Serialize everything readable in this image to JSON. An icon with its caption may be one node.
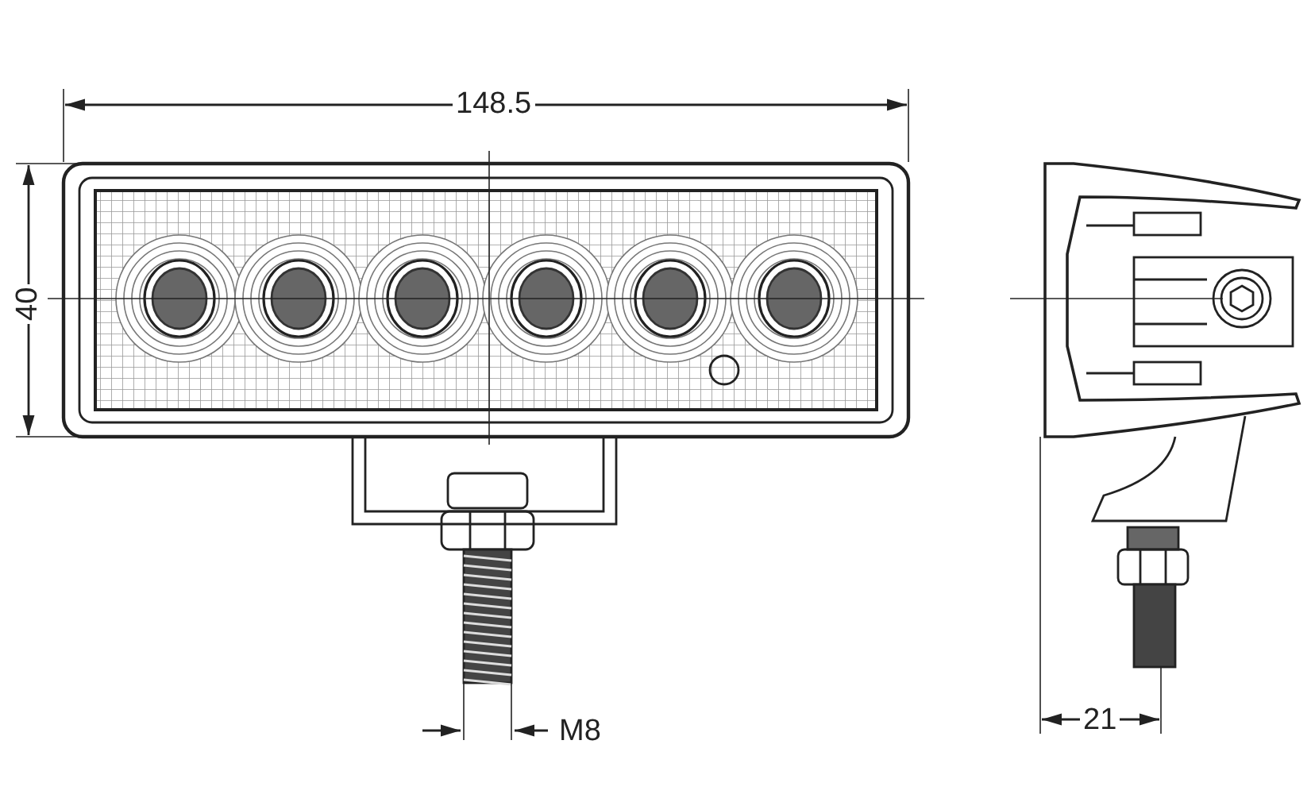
{
  "diagram": {
    "labels": [
      "148.5",
      "40",
      "M8",
      "21"
    ]
  }
}
